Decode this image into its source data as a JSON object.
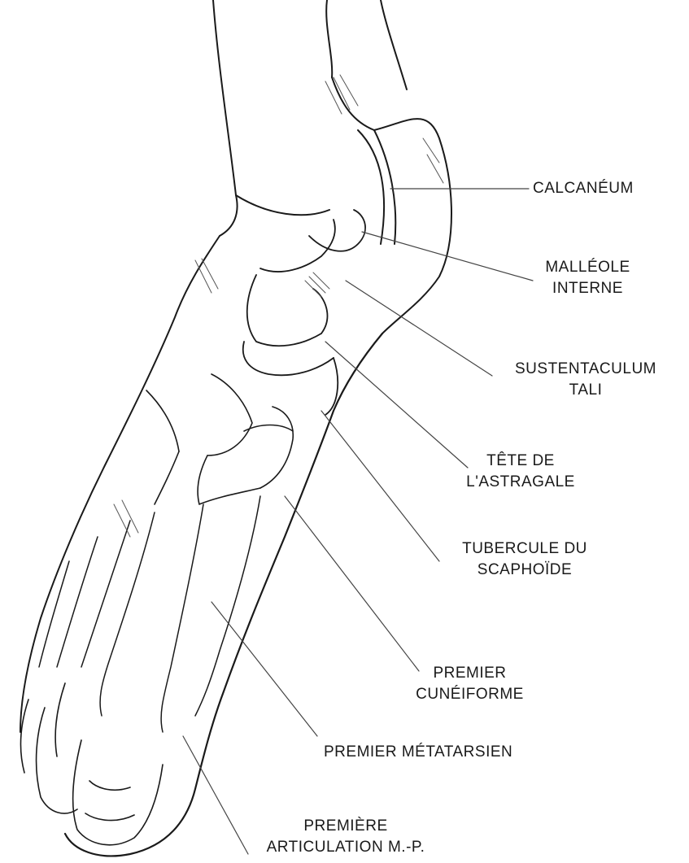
{
  "diagram": {
    "labels": {
      "calcaneum": "CALCANÉUM",
      "malleole": {
        "line1": "MALLÉOLE",
        "line2": "INTERNE"
      },
      "sustentaculum": {
        "line1": "SUSTENTACULUM",
        "line2": "TALI"
      },
      "tete": {
        "line1": "TÊTE DE",
        "line2": "L'ASTRAGALE"
      },
      "tubercule": {
        "line1": "TUBERCULE DU",
        "line2": "SCAPHOÏDE"
      },
      "cuneiforme": {
        "line1": "PREMIER",
        "line2": "CUNÉIFORME"
      },
      "metatarsien": "PREMIER MÉTATARSIEN",
      "articulation": {
        "line1": "PREMIÈRE",
        "line2": "ARTICULATION M.-P."
      }
    }
  }
}
